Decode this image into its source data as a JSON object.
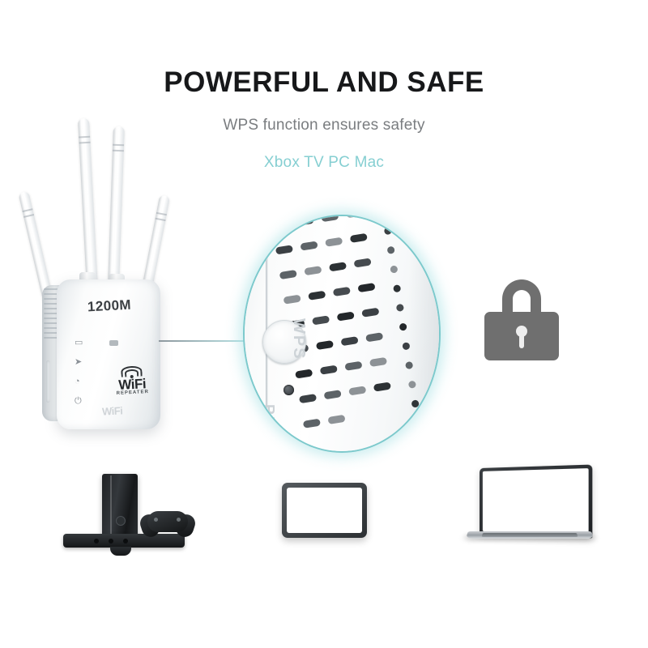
{
  "headings": {
    "title": "POWERFUL AND SAFE",
    "subtitle": "WPS function ensures safety",
    "tagline": "Xbox TV PC Mac"
  },
  "colors": {
    "background": "#ffffff",
    "title": "#17181a",
    "subtitle": "#7a7d80",
    "tagline": "#86cfd2",
    "accent_ring": "#7cc9cc",
    "lock_gray": "#6f6f6f",
    "device_white": "#ffffff"
  },
  "device": {
    "name": "wifi-range-extender",
    "speed_label": "1200M",
    "brand_label": "WiFi",
    "brand_sub_label": "REPEATER",
    "brand_faint_label": "WiFi",
    "antenna_count": 4,
    "led_icons": [
      "signal-led-icon",
      "wan-led-icon",
      "wifi-led-icon",
      "power-led-icon"
    ],
    "led_glyphs": [
      "▭",
      "➤",
      "◔",
      "⏻"
    ]
  },
  "magnifier": {
    "name": "magnified-rear-panel",
    "wps_label": "WPS",
    "reset_label": "RESET",
    "button_name": "wps-button",
    "pinhole_name": "reset-pinhole",
    "vent_slot_count": 34,
    "vent_hole_count": 12
  },
  "icons": {
    "lock": {
      "name": "padlock-icon",
      "meaning": "security"
    },
    "xbox": {
      "name": "xbox-console-icon",
      "meaning": "game console compatible"
    },
    "tv": {
      "name": "tv-monitor-icon",
      "meaning": "tv compatible"
    },
    "laptop": {
      "name": "laptop-icon",
      "meaning": "pc and mac compatible"
    }
  }
}
